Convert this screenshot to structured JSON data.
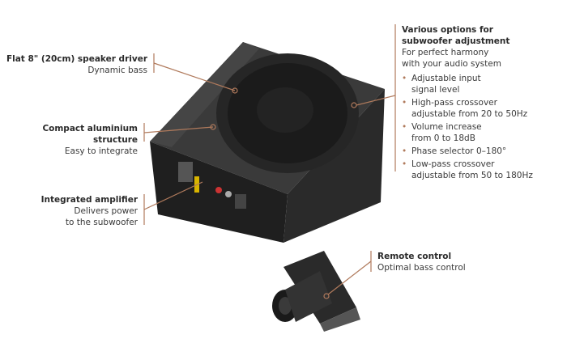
{
  "callouts": {
    "driver": {
      "title": "Flat 8\" (20cm) speaker driver",
      "subtitle": "Dynamic bass"
    },
    "structure": {
      "title": "Compact aluminium structure",
      "subtitle": "Easy to integrate"
    },
    "amplifier": {
      "title": "Integrated amplifier",
      "subtitle_1": "Delivers power",
      "subtitle_2": "to the subwoofer"
    },
    "options": {
      "title_1": "Various options for",
      "title_2": "subwoofer adjustment",
      "subtitle_1": "For perfect harmony",
      "subtitle_2": "with your audio system",
      "bullets": [
        [
          "Adjustable input",
          "signal level"
        ],
        [
          "High-pass crossover",
          "adjustable from 20 to 50Hz"
        ],
        [
          "Volume increase",
          "from 0 to 18dB"
        ],
        [
          "Phase selector 0–180°",
          ""
        ],
        [
          "Low-pass crossover",
          "adjustable from 50 to 180Hz"
        ]
      ]
    },
    "remote": {
      "title": "Remote control",
      "subtitle": "Optimal bass control"
    }
  },
  "colors": {
    "accent": "#b07a5c",
    "product": "#2b2b2b"
  }
}
